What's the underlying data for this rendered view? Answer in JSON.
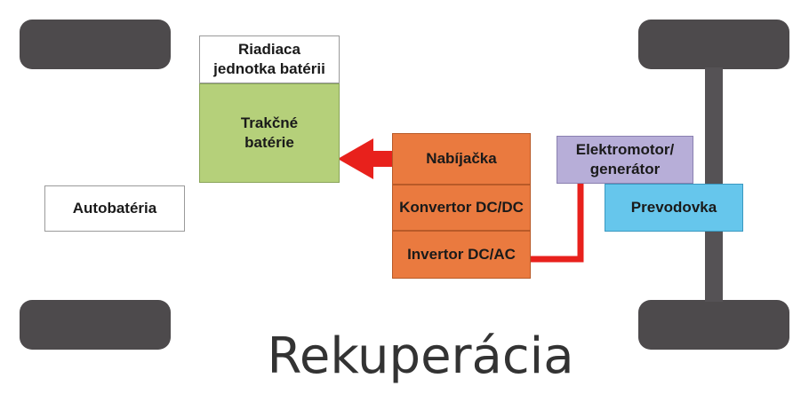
{
  "blocks": {
    "control_unit": "Riadiaca\njednotka batérii",
    "traction_battery": "Trakčné\nbatérie",
    "aux_battery": "Autobatéria",
    "charger": "Nabíjačka",
    "dcdc_converter": "Konvertor DC/DC",
    "inverter": "Invertor DC/AC",
    "motor_generator": "Elektromotor/\ngenerátor",
    "gearbox": "Prevodovka"
  },
  "caption": "Rekuperácia",
  "colors": {
    "wheel": "#4d4a4c",
    "battery": "#b5d07a",
    "power_electronics": "#ea7a3f",
    "motor": "#b7aed8",
    "gearbox": "#66c6ec",
    "energy_flow": "#e8211c"
  }
}
